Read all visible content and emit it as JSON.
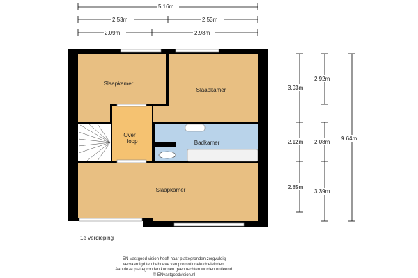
{
  "floor": "1e verdieping",
  "rooms": {
    "bedroom_top_left": "Slaapkamer",
    "bedroom_top_right": "Slaapkamer",
    "landing_line1": "Over",
    "landing_line2": "loop",
    "bathroom": "Badkamer",
    "bedroom_bottom": "Slaapkamer"
  },
  "dimensions": {
    "total_width": "5.16m",
    "half_left": "2.53m",
    "half_right": "2.53m",
    "left_width": "2.09m",
    "right_width": "2.98m",
    "col1": [
      "3.93m",
      "2.12m",
      "2.85m"
    ],
    "col2": [
      "2.92m",
      "2.08m",
      "3.39m"
    ],
    "total_depth": "9.64m"
  },
  "disclaimer": [
    "EN Vastgoed vision heeft haar plattegronden zorgvuldig",
    "vervaardigd ten behoeve van promotionele doeleinden.",
    "Aan deze plattegronden kunnen geen rechten worden ontleend.",
    "© ENvastgoedvision.nl"
  ],
  "colors": {
    "room": "#e8bf82",
    "landing": "#f5c271",
    "bathroom": "#b9d3ea",
    "wall": "#000000"
  }
}
